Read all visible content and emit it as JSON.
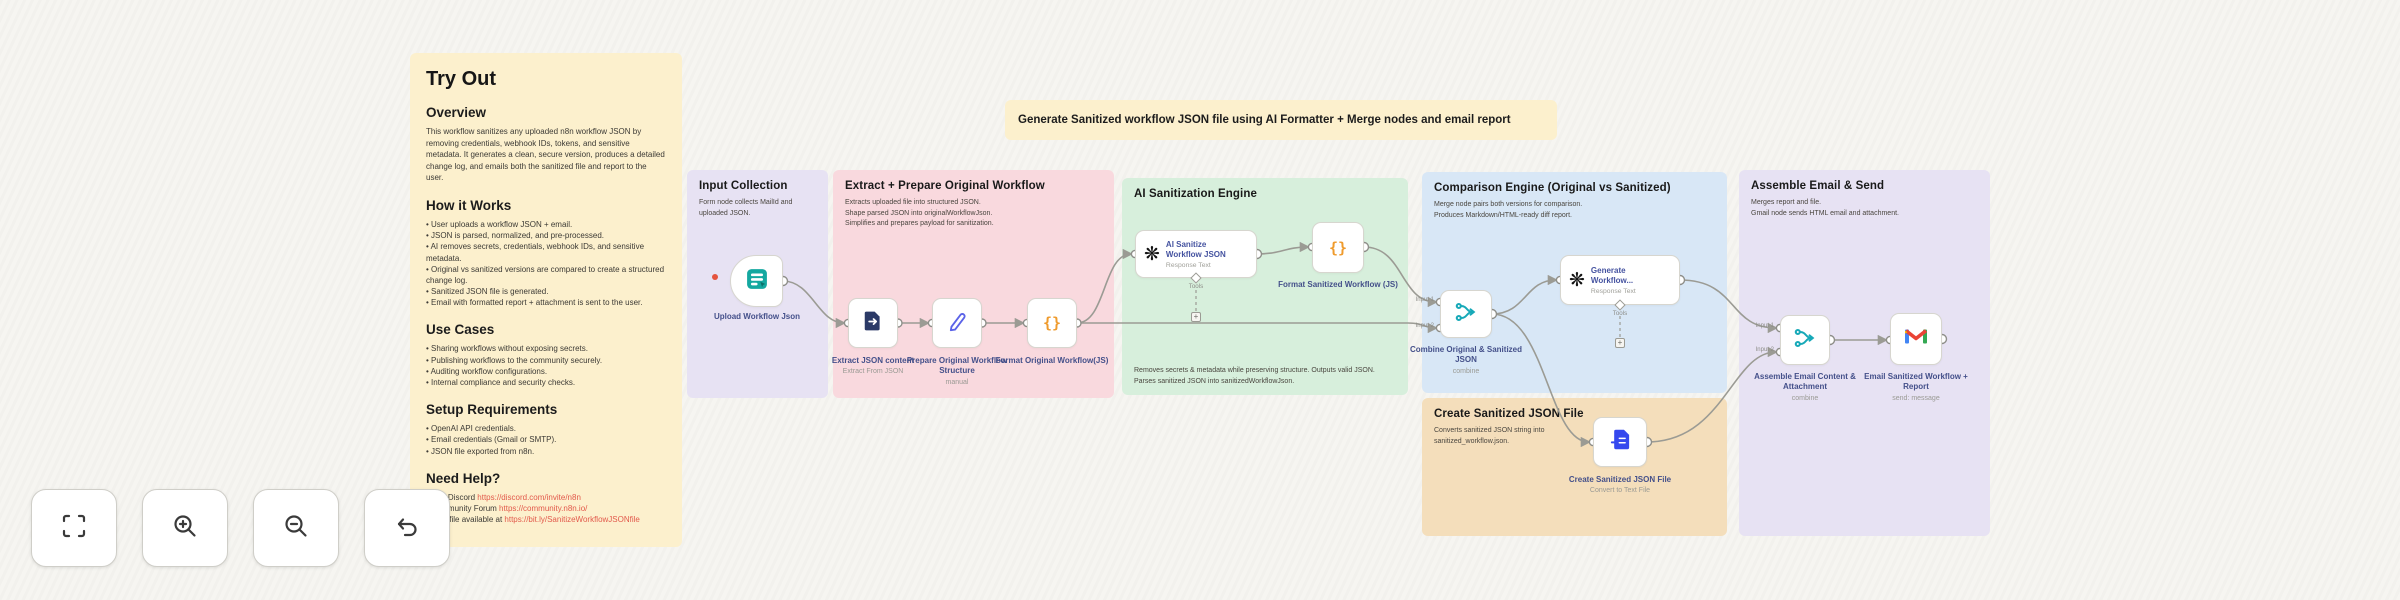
{
  "colors": {
    "canvas_bg": "#f6f5f1",
    "note_yellow": "#fcf0cd",
    "section_lavender": "#e7e2f3",
    "section_pink": "#f9d9de",
    "section_green": "#d7efdc",
    "section_blue": "#d8e7f6",
    "section_tan": "#f4debb",
    "edge_gray": "#9b9b94",
    "link_red": "#e2594b",
    "accent_teal": "#14a8a0",
    "accent_orange": "#ef9b2d"
  },
  "tryout": {
    "title": "Try Out",
    "overview_heading": "Overview",
    "overview_text": "This workflow sanitizes any uploaded n8n workflow JSON by removing credentials, webhook IDs, tokens, and sensitive metadata. It generates a clean, secure version, produces a detailed change log, and emails both the sanitized file and report to the user.",
    "how_heading": "How it Works",
    "how_items": [
      "User uploads a workflow JSON + email.",
      "JSON is parsed, normalized, and pre-processed.",
      "AI removes secrets, credentials, webhook IDs, and sensitive metadata.",
      "Original vs sanitized versions are compared to create a structured change log.",
      "Sanitized JSON file is generated.",
      "Email with formatted report + attachment is sent to the user."
    ],
    "usecases_heading": "Use Cases",
    "usecases_items": [
      "Sharing workflows without exposing secrets.",
      "Publishing workflows to the community securely.",
      "Auditing workflow configurations.",
      "Internal compliance and security checks."
    ],
    "setup_heading": "Setup Requirements",
    "setup_items": [
      "OpenAI API credentials.",
      "Email credentials (Gmail or SMTP).",
      "JSON file exported from n8n."
    ],
    "help_heading": "Need Help?",
    "help_items": [
      {
        "prefix": "Join Discord ",
        "link": "https://discord.com/invite/n8n"
      },
      {
        "prefix": "Community Forum ",
        "link": "https://community.n8n.io/"
      },
      {
        "prefix": "PDF file available at ",
        "link": "https://bit.ly/SanitizeWorkflowJSONfile"
      }
    ]
  },
  "banner": {
    "text": "Generate Sanitized workflow JSON file using AI Formatter + Merge nodes and email report"
  },
  "sections": {
    "input": {
      "title": "Input Collection",
      "desc_lines": [
        "Form node collects MailId and",
        "uploaded JSON."
      ]
    },
    "extract": {
      "title": "Extract + Prepare Original Workflow",
      "desc_lines": [
        "Extracts uploaded file into structured JSON.",
        "Shape parsed JSON into originalWorkflowJson.",
        "Simplifies and prepares payload for sanitization."
      ]
    },
    "ai": {
      "title": "AI Sanitization Engine",
      "desc_lines": [
        "Removes secrets & metadata while preserving structure. Outputs valid JSON.",
        "Parses sanitized JSON into sanitizedWorkflowJson."
      ]
    },
    "compare": {
      "title": "Comparison Engine (Original vs Sanitized)",
      "desc_lines": [
        "Merge node pairs both versions for comparison.",
        "Produces Markdown/HTML-ready diff report."
      ]
    },
    "create": {
      "title": "Create Sanitized JSON File",
      "desc_lines": [
        "Converts sanitized JSON string into",
        "sanitized_workflow.json."
      ]
    },
    "email": {
      "title": "Assemble Email & Send",
      "desc_lines": [
        "Merges report and file.",
        "Gmail node sends HTML email and attachment."
      ]
    }
  },
  "nodes": {
    "upload": {
      "label": "Upload Workflow Json",
      "subtitle": ""
    },
    "extract": {
      "label": "Extract JSON content",
      "subtitle": "Extract From JSON"
    },
    "prepare": {
      "label": "Prepare Original Workflow Structure",
      "subtitle": "manual"
    },
    "format_orig": {
      "label": "Format Original Workflow(JS)",
      "subtitle": ""
    },
    "ai_sanitize": {
      "label_line1": "AI Sanitize",
      "label_line2": "Workflow JSON",
      "subtitle": "Response Text",
      "tools_label": "Tools"
    },
    "format_san": {
      "label": "Format Sanitized Workflow (JS)",
      "subtitle": ""
    },
    "combine": {
      "label": "Combine Original & Sanitized JSON",
      "subtitle": "combine",
      "input1": "Input 1",
      "input2": "Input 2"
    },
    "generate": {
      "label_line1": "Generate",
      "label_line2": "Workflow...",
      "subtitle": "Response Text",
      "tools_label": "Tools"
    },
    "create_file": {
      "label": "Create Sanitized JSON File",
      "subtitle": "Convert to Text File"
    },
    "assemble": {
      "label": "Assemble Email Content & Attachment",
      "subtitle": "combine",
      "input1": "Input 1",
      "input2": "Input 2"
    },
    "gmail": {
      "label": "Email Sanitized Workflow + Report",
      "subtitle": "send: message"
    }
  },
  "glyphs": {
    "code": "{}",
    "openai": "❋",
    "plus": "+"
  },
  "controls": {
    "icons": [
      "fit-view-icon",
      "zoom-in-icon",
      "zoom-out-icon",
      "undo-icon"
    ]
  }
}
